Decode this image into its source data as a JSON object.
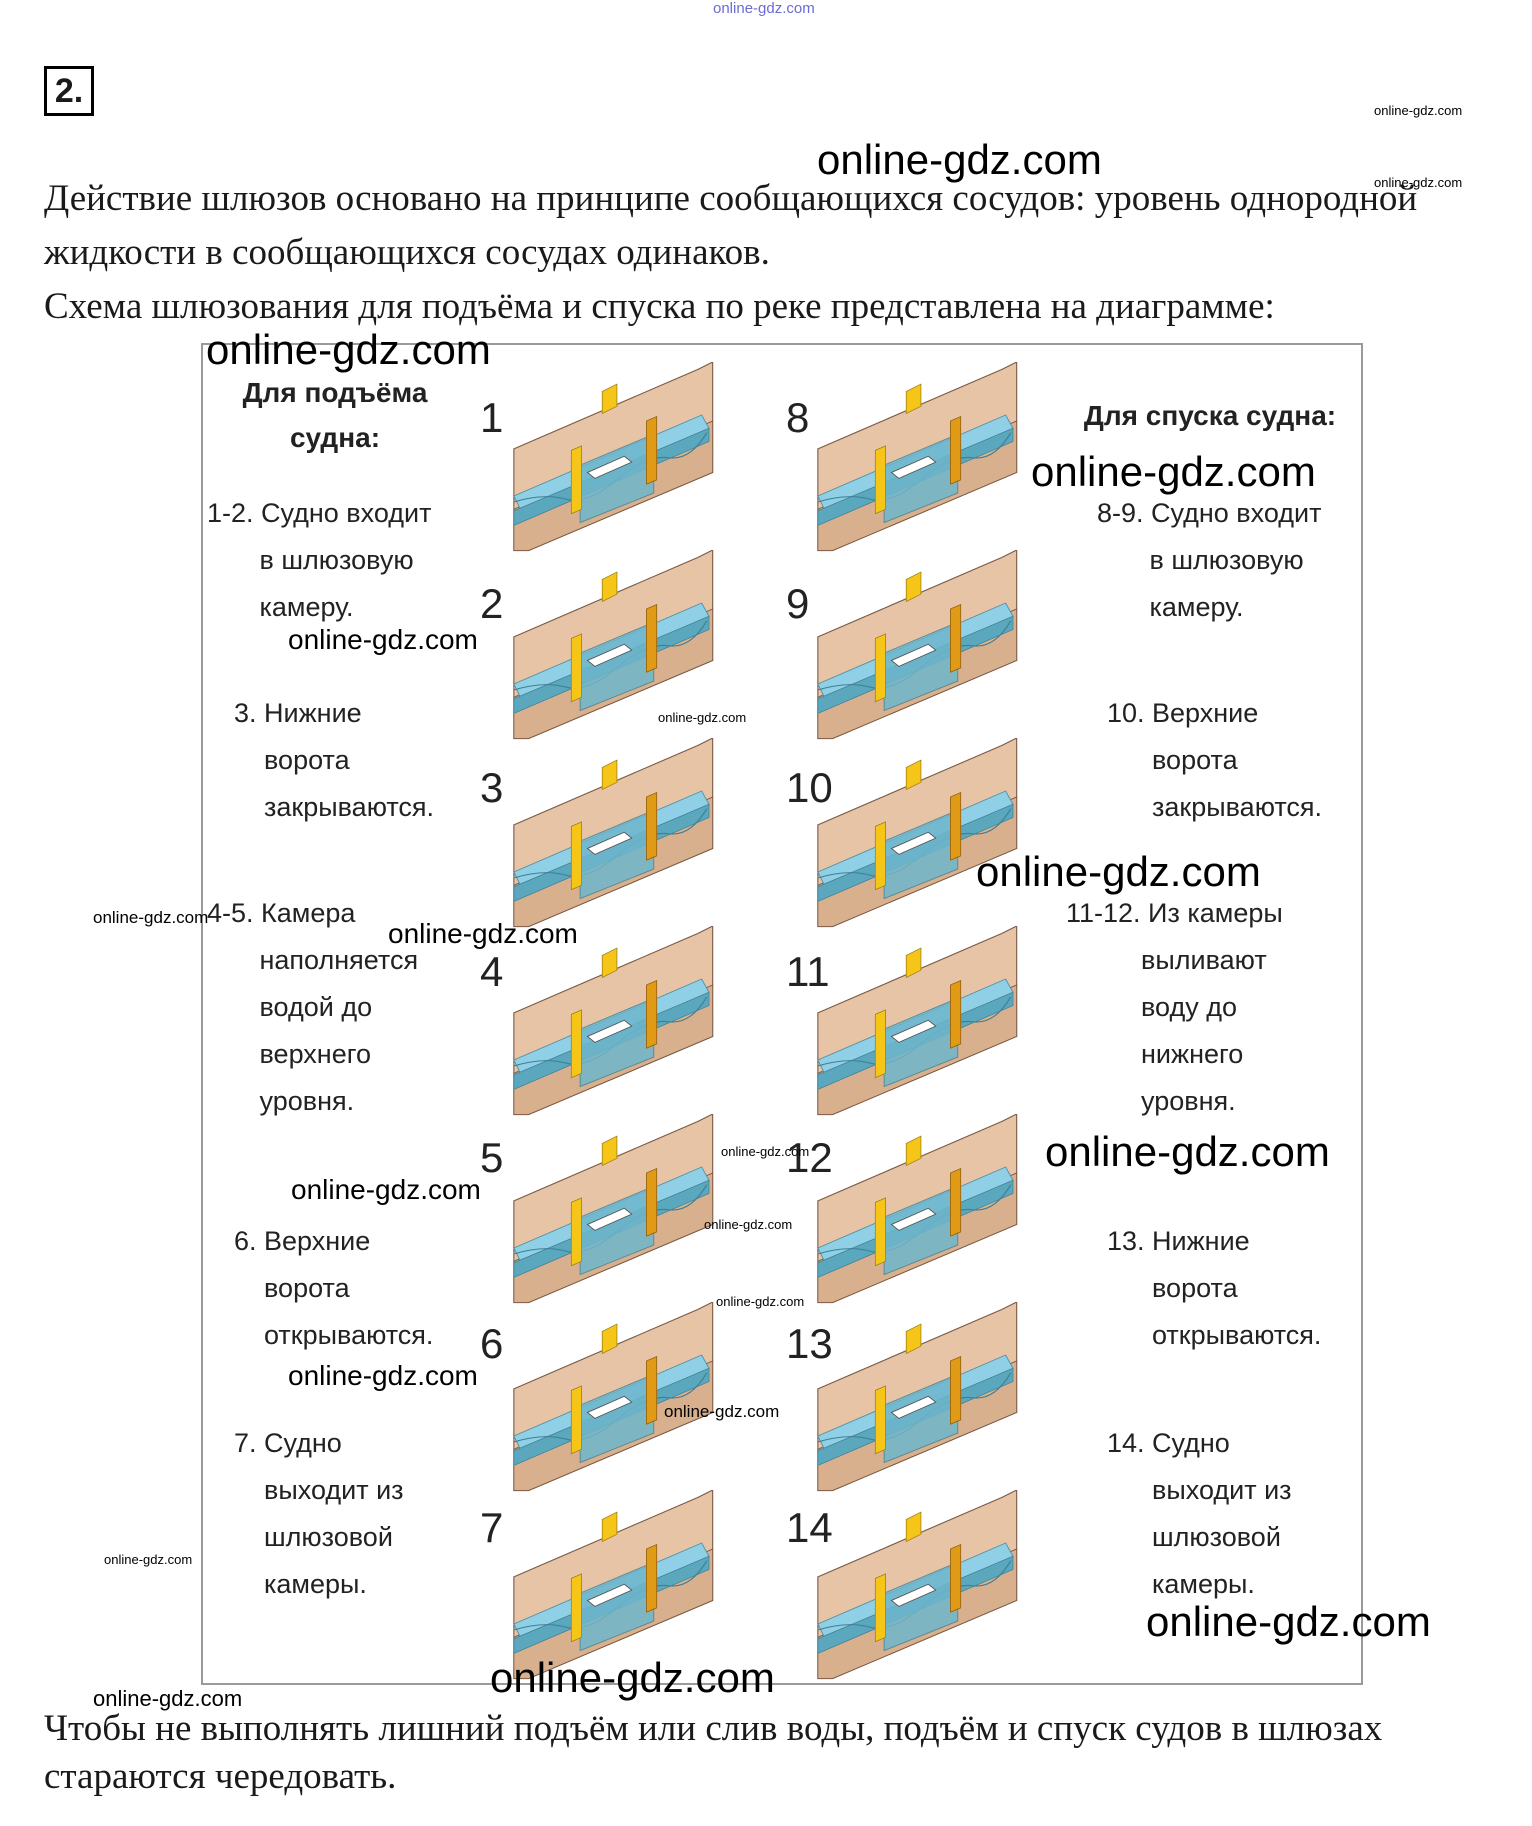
{
  "watermark_top": "online-gdz.com",
  "task_number": "2.",
  "paragraphs": [
    "Действие шлюзов основано на принципе сообщающихся сосудов: уровень однородной",
    "жидкости в сообщающихся сосудах одинаков.",
    "Схема шлюзования для подъёма и спуска по реке представлена на диаграмме:"
  ],
  "footer": [
    "Чтобы не выполнять лишний подъём или слив воды, подъём и спуск судов в шлюзах",
    "стараются чередовать."
  ],
  "figure": {
    "left_title": "Для подъёма\nсудна:",
    "right_title": "Для спуска судна:",
    "left_steps": [
      "1-2. Судно входит\n       в шлюзовую\n       камеру.",
      "3. Нижние\n    ворота\n    закрываются.",
      "4-5. Камера\n       наполняется\n       водой до\n       верхнего\n       уровня.",
      "6. Верхние\n    ворота\n    открываются.",
      "7. Судно\n    выходит из\n    шлюзовой\n    камеры."
    ],
    "right_steps": [
      "8-9. Судно входит\n       в шлюзовую\n       камеру.",
      "10. Верхние\n      ворота\n      закрываются.",
      "11-12. Из камеры\n          выливают\n          воду до\n          нижнего\n          уровня.",
      "13. Нижние\n      ворота\n      открываются.",
      "14. Судно\n      выходит из\n      шлюзовой\n      камеры."
    ],
    "left_panel_numbers": [
      "1",
      "2",
      "3",
      "4",
      "5",
      "6",
      "7"
    ],
    "right_panel_numbers": [
      "8",
      "9",
      "10",
      "11",
      "12",
      "13",
      "14"
    ]
  },
  "watermarks": [
    "online-gdz.com",
    "online-gdz.com",
    "online-gdz.com",
    "online-gdz.com",
    "online-gdz.com",
    "online-gdz.com",
    "online-gdz.com",
    "online-gdz.com",
    "online-gdz.com",
    "online-gdz.com",
    "online-gdz.com",
    "online-gdz.com",
    "online-gdz.com",
    "online-gdz.com",
    "online-gdz.com",
    "online-gdz.com",
    "online-gdz.com",
    "online-gdz.com",
    "online-gdz.com",
    "online-gdz.com",
    "online-gdz.com",
    "online-gdz.com"
  ],
  "colors": {
    "bank": "#e8c4a6",
    "bank_edge": "#7a5a44",
    "water": "#8fd0e6",
    "water_deep": "#5aa7be",
    "gate_yellow": "#f5c518",
    "gate_orange": "#e09a16",
    "frame": "#9a9a9a"
  }
}
